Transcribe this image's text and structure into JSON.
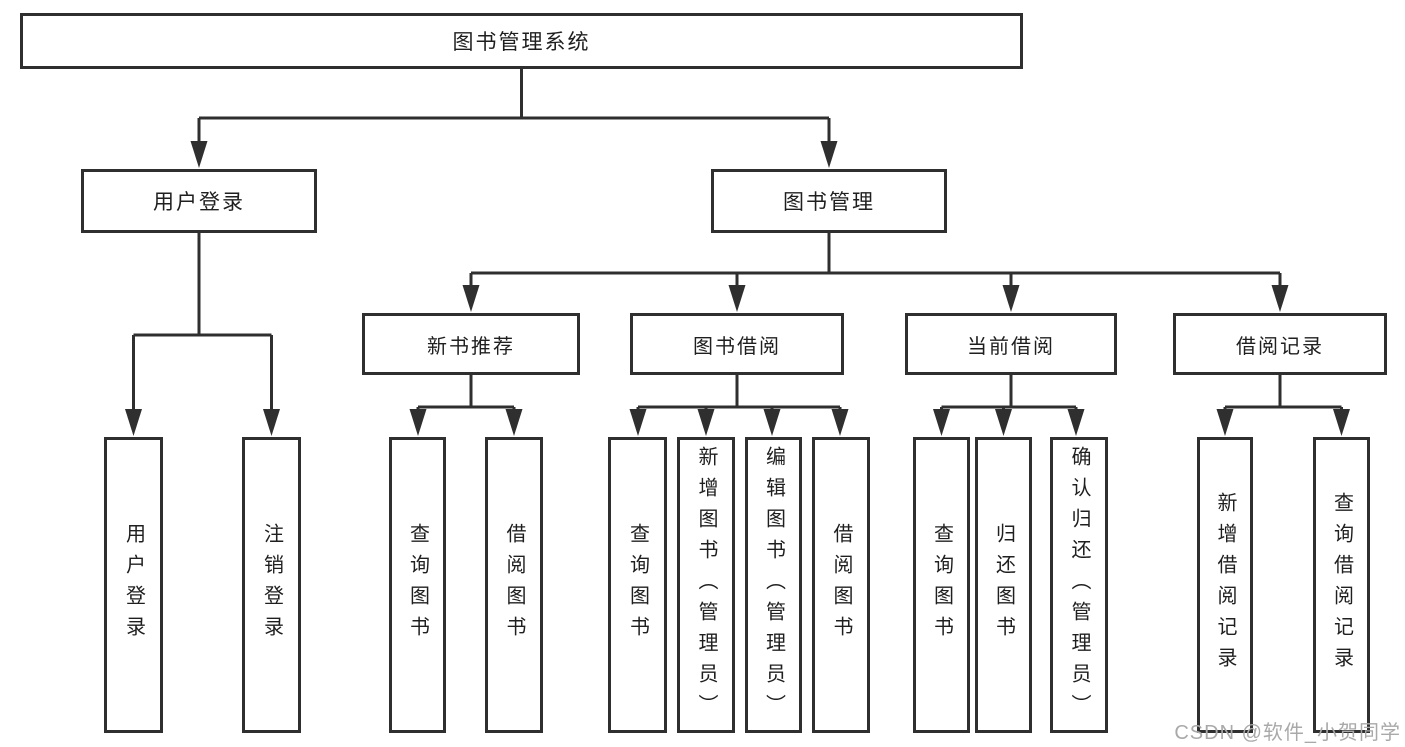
{
  "diagram": {
    "root": "图书管理系统",
    "user_branch": {
      "label": "用户登录",
      "children": [
        "用户登录",
        "注销登录"
      ]
    },
    "book_branch": {
      "label": "图书管理",
      "sections": [
        {
          "label": "新书推荐",
          "children": [
            "查询图书",
            "借阅图书"
          ]
        },
        {
          "label": "图书借阅",
          "children": [
            "查询图书",
            "新增图书（管理员）",
            "编辑图书（管理员）",
            "借阅图书"
          ]
        },
        {
          "label": "当前借阅",
          "children": [
            "查询图书",
            "归还图书",
            "确认归还（管理员）"
          ]
        },
        {
          "label": "借阅记录",
          "children": [
            "新增借阅记录",
            "查询借阅记录"
          ]
        }
      ]
    }
  },
  "watermark": "CSDN @软件_小贺同学",
  "colors": {
    "line": "#2f2f2f",
    "text": "#1f1f1f",
    "watermark": "#a9a9a9",
    "background": "#ffffff"
  }
}
